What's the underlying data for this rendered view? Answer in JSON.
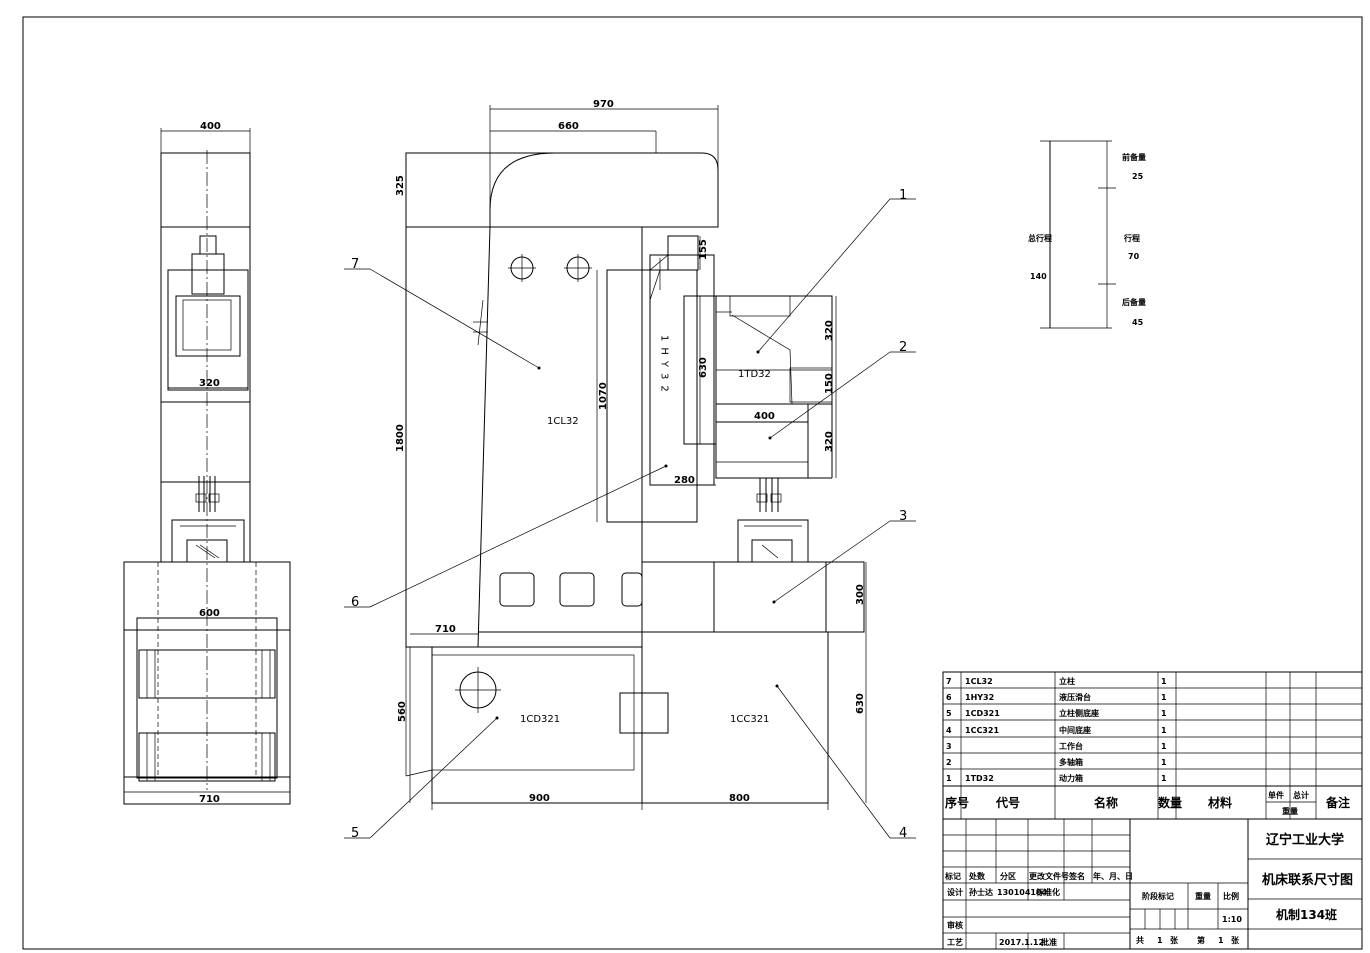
{
  "dimensions": {
    "total_width": "970",
    "top_width": "660",
    "top_height": "325",
    "column_height": "1800",
    "slide_height": "1070",
    "offset_155": "155",
    "unit_630": "630",
    "unit_320_top": "320",
    "unit_150": "150",
    "unit_400": "400",
    "unit_320_bottom": "320",
    "unit_280": "280",
    "table_300": "300",
    "base_710": "710",
    "base_560": "560",
    "base_630": "630",
    "base_900": "900",
    "base_800": "800",
    "side_400": "400",
    "side_320": "320",
    "side_600": "600",
    "side_710": "710"
  },
  "part_labels": {
    "column": "1CL32",
    "slide": "1HY32",
    "power_head": "1TD32",
    "side_base": "1CD321",
    "middle_base": "1CC321"
  },
  "balloons": [
    "1",
    "2",
    "3",
    "4",
    "5",
    "6",
    "7"
  ],
  "stroke_info": {
    "total_label": "总行程",
    "total_value": "140",
    "front_label": "前备量",
    "front_value": "25",
    "stroke_label": "行程",
    "stroke_value": "70",
    "rear_label": "后备量",
    "rear_value": "45"
  },
  "bom": {
    "rows": [
      {
        "no": "7",
        "code": "1CL32",
        "name": "立柱",
        "qty": "1"
      },
      {
        "no": "6",
        "code": "1HY32",
        "name": "液压滑台",
        "qty": "1"
      },
      {
        "no": "5",
        "code": "1CD321",
        "name": "立柱侧底座",
        "qty": "1"
      },
      {
        "no": "4",
        "code": "1CC321",
        "name": "中间底座",
        "qty": "1"
      },
      {
        "no": "3",
        "code": "",
        "name": "工作台",
        "qty": "1"
      },
      {
        "no": "2",
        "code": "",
        "name": "多轴箱",
        "qty": "1"
      },
      {
        "no": "1",
        "code": "1TD32",
        "name": "动力箱",
        "qty": "1"
      }
    ],
    "header": {
      "no": "序号",
      "code": "代号",
      "name": "名称",
      "qty": "数量",
      "material": "材料",
      "unit_weight": "单件",
      "total_weight": "总计",
      "weight": "重量",
      "remark": "备注"
    }
  },
  "title_block": {
    "mark": "标记",
    "count": "处数",
    "zone": "分区",
    "change_doc": "更改文件号",
    "signature": "签名",
    "date_col": "年、月、日",
    "design": "设计",
    "designer": "孙士达",
    "student_id": "130104104",
    "standardize": "标准化",
    "stage_mark": "阶段标记",
    "weight": "重量",
    "scale_label": "比例",
    "scale": "1:10",
    "review": "审核",
    "process": "工艺",
    "date": "2017.1.12",
    "approve": "批准",
    "sheets_total_prefix": "共",
    "sheets_total": "1",
    "sheet_unit": "张",
    "sheet_no_prefix": "第",
    "sheet_no": "1",
    "sheet_unit2": "张",
    "school": "辽宁工业大学",
    "drawing_title": "机床联系尺寸图",
    "class_name": "机制134班"
  }
}
